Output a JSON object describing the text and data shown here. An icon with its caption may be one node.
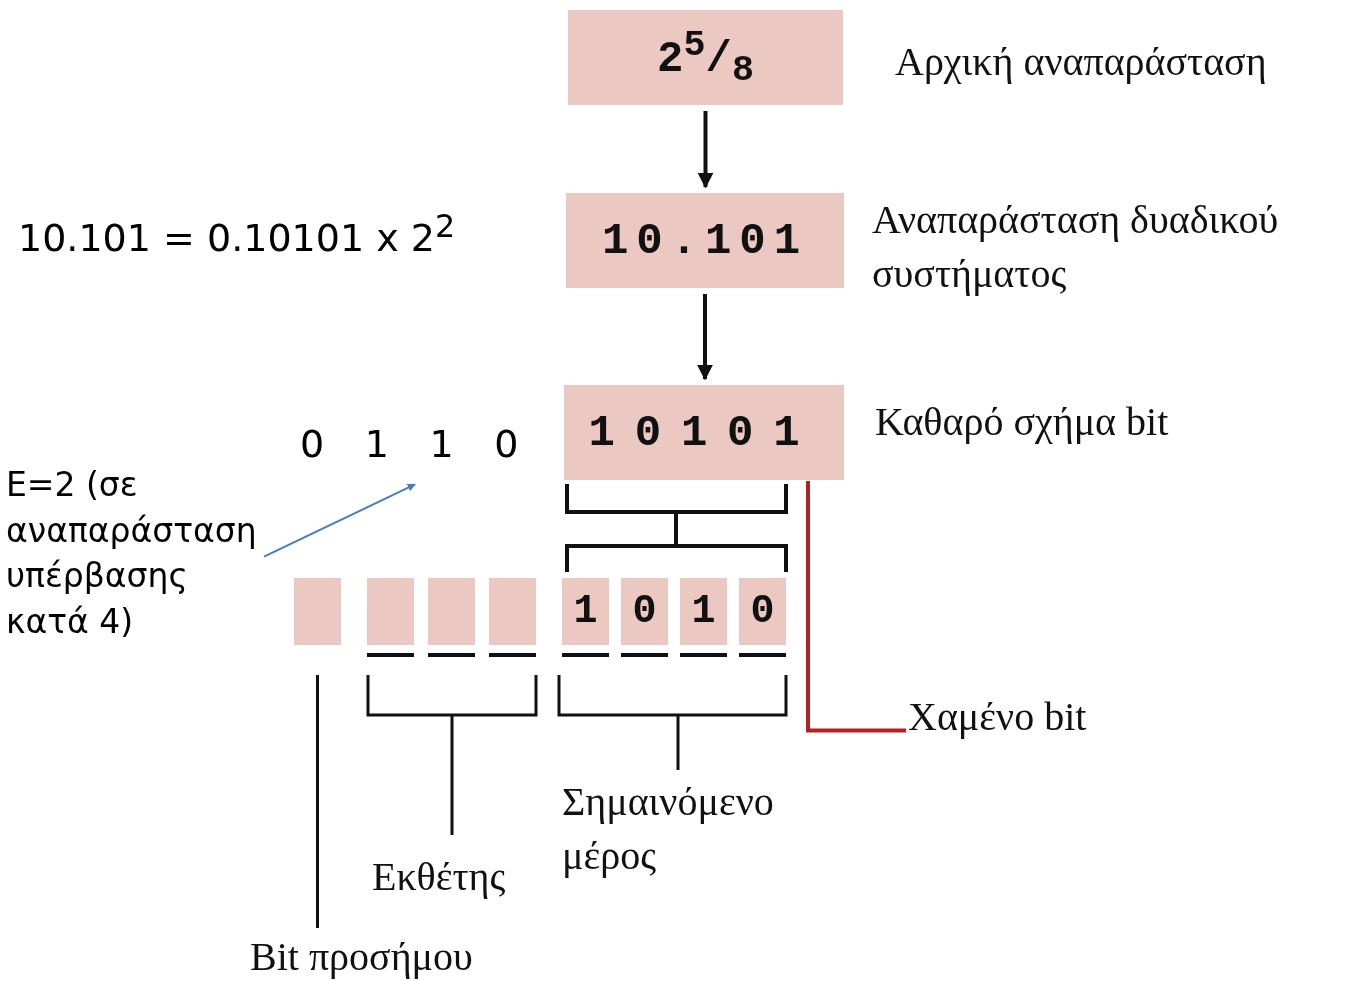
{
  "diagram": {
    "nodes": [
      {
        "text": [
          "2$^{5}$/$_{8}$"
        ],
        "beside": [
          "Αρχική αναπαράσταση"
        ]
      },
      {
        "text": [
          "10.101"
        ],
        "beside": [
          "Αναπαράσταση δυαδικού συστήματος"
        ]
      },
      {
        "text": [
          "10101"
        ],
        "beside": [
          "Καθαρό σχήμα bit"
        ]
      },
      {
        "text": [],
        "shape": "box"
      },
      {
        "text": [],
        "shape": "box"
      },
      {
        "text": [],
        "shape": "box"
      },
      {
        "text": [],
        "shape": "box"
      },
      {
        "text": [
          "1"
        ]
      },
      {
        "text": [
          "0"
        ]
      },
      {
        "text": [
          "1"
        ]
      },
      {
        "text": [
          "0"
        ]
      },
      {
        "text": [
          "Χαμένο bit"
        ]
      },
      {
        "text": [
          "E=2 (σε αναπαράσταση υπέρβασης κατά 4)"
        ]
      },
      {
        "text": [
          "0 1 1 0"
        ]
      },
      {
        "text": [
          "Bit προσήμου"
        ]
      }
    ],
    "edges": [
      {
        "from": 0,
        "to": 1,
        "arrow": "to"
      },
      {
        "from": 1,
        "to": 2,
        "arrow": "to"
      },
      {
        "from": 11,
        "to": 2,
        "arrow": "none",
        "color": "#b22222"
      },
      {
        "from": 12,
        "to": 13,
        "arrow": "to",
        "color": "#4a7ebb"
      },
      {
        "from": 14,
        "to": 3,
        "arrow": "none"
      }
    ],
    "labels": [
      "10.101 = 0.10101 x 2$^{2}$",
      "Εκθέτης",
      "Σημαινόμενο μέρος"
    ]
  }
}
